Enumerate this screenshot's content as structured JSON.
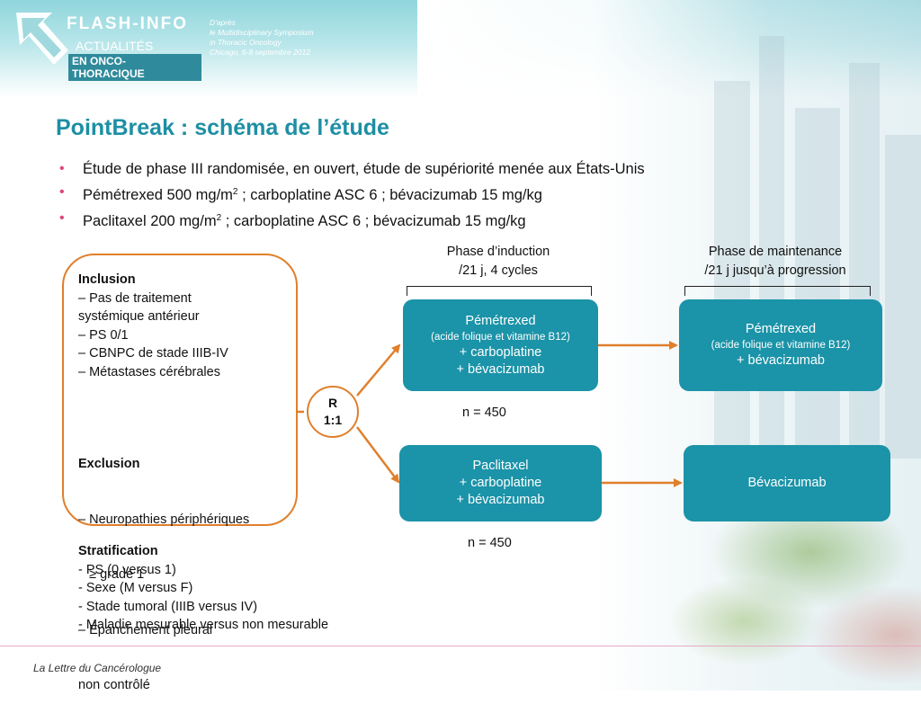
{
  "header": {
    "logo_title": "FLASH-INFO",
    "logo_sub1": "ACTUALITÉS",
    "logo_sub2": "EN ONCO-THORACIQUE",
    "note_lines": [
      "D'après",
      "le Multidisciplinary Symposium",
      "in Thoracic Oncology",
      "Chicago, 6-8 septembre 2012"
    ]
  },
  "title": "PointBreak : schéma de l’étude",
  "bullets": {
    "b1": "Étude de phase III randomisée, en ouvert, étude de supériorité menée aux États-Unis",
    "b2_pre": "Pémétrexed 500 mg/m",
    "b2_sup": "2",
    "b2_post": " ; carboplatine ASC 6 ; bévacizumab 15 mg/kg",
    "b3_pre": "Paclitaxel 200 mg/m",
    "b3_sup": "2",
    "b3_post": " ; carboplatine ASC 6 ; bévacizumab 15 mg/kg",
    "marker": "•"
  },
  "phases": {
    "induction": [
      "Phase d’induction",
      "/21 j, 4 cycles"
    ],
    "maintenance": [
      "Phase de maintenance",
      "/21 j jusqu’à progression"
    ]
  },
  "inclusion": {
    "head": "Inclusion",
    "lines": [
      "– Pas de traitement",
      "systémique antérieur",
      "– PS 0/1",
      "– CBNPC de stade IIIB-IV",
      "– Métastases cérébrales"
    ]
  },
  "exclusion": {
    "head": "Exclusion",
    "lines": [
      "– Neuropathies périphériques",
      "   ≥ grade 1",
      "– Épanchement pleural",
      "non contrôlé"
    ]
  },
  "stratification": {
    "head": "Stratification",
    "lines": [
      "- PS (0 versus 1)",
      "- Sexe (M versus F)",
      "- Stade tumoral (IIIB versus IV)",
      "- Maladie mesurable versus non mesurable"
    ]
  },
  "randomization": [
    "R",
    "1:1"
  ],
  "arms": {
    "arm1_induction": [
      "Pémétrexed",
      "(acide folique et  vitamine B12)",
      "+ carboplatine",
      "+ bévacizumab"
    ],
    "arm1_maintenance": [
      "Pémétrexed",
      "(acide folique  et vitamine B12)",
      "+ bévacizumab"
    ],
    "arm2_induction": [
      "Paclitaxel",
      "+ carboplatine",
      "+ bévacizumab"
    ],
    "arm2_maintenance": [
      "Bévacizumab"
    ],
    "n1": "n = 450",
    "n2": "n = 450"
  },
  "colors": {
    "teal_box": "#1b93a8",
    "title": "#1d8fa4",
    "orange": "#e07f2c",
    "bullet": "#e0457b"
  },
  "footer": "La Lettre du Cancérologue"
}
